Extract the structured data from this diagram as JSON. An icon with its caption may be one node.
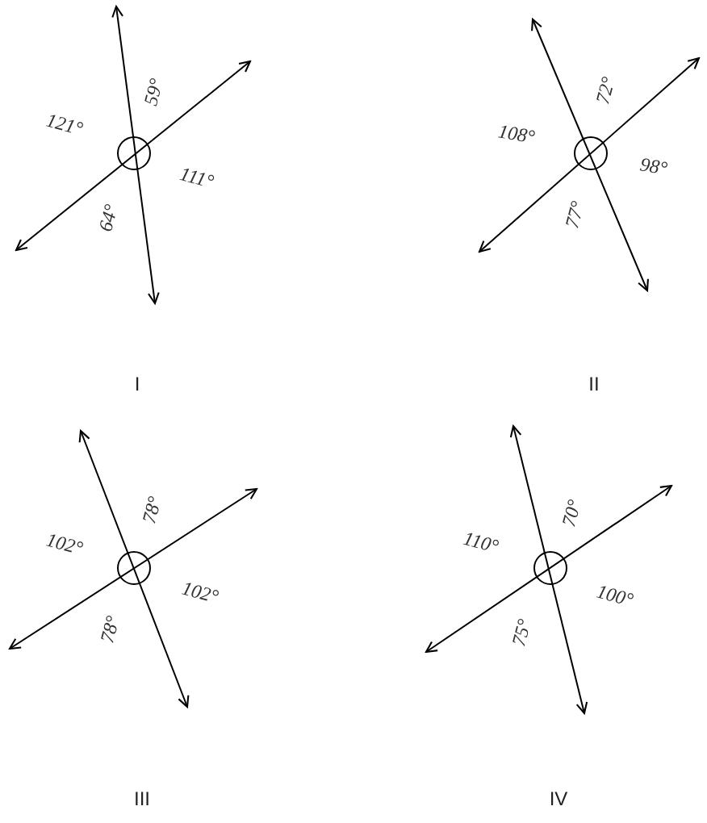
{
  "diagram": {
    "labels": [
      "121°",
      "59°",
      "111°",
      "64°",
      "108°",
      "72°",
      "98°",
      "77°",
      "I",
      "II",
      "102°",
      "78°",
      "102°",
      "78°",
      "110°",
      "70°",
      "100°",
      "75°",
      "III",
      "IV"
    ]
  }
}
